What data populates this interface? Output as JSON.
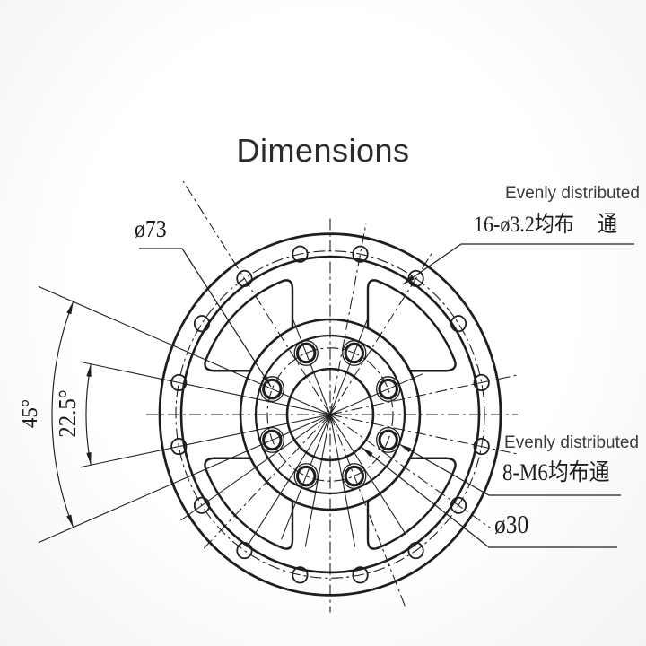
{
  "title": "Dimensions",
  "callouts": {
    "pitch_circle": "ø73",
    "outer_note": "Evenly distributed",
    "outer_main": "16-ø3.2均布",
    "outer_suffix": "通",
    "inner_note": "Evenly distributed",
    "inner_main": "8-M6均布",
    "inner_suffix": "通",
    "bore": "ø30",
    "angle_full": "45°",
    "angle_half": "22.5°"
  },
  "drawing": {
    "type": "flange-front-view",
    "outer_bolt_holes": {
      "count": 16,
      "size": "ø3.2",
      "spacing_deg": 22.5,
      "note": "evenly distributed, through"
    },
    "inner_bolt_holes": {
      "count": 8,
      "size": "M6",
      "spacing_deg": 45,
      "note": "evenly distributed, through"
    },
    "bore_diameter": "ø30",
    "labeled_diameter": "ø73",
    "line_color": "#1e1e1e"
  }
}
